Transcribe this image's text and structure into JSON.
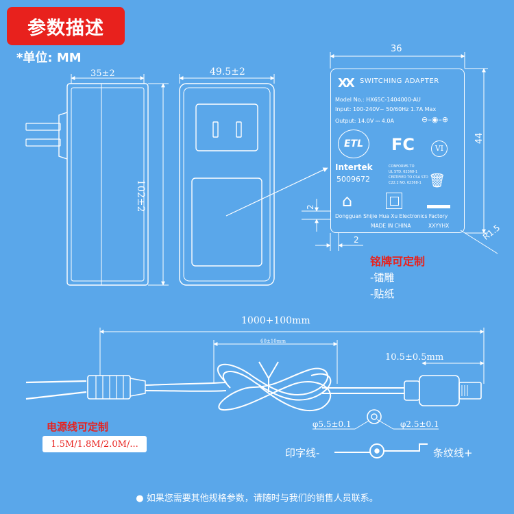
{
  "header": {
    "title": "参数描述",
    "unit_text": "*单位: MM"
  },
  "dimensions": {
    "side_width": "35±2",
    "front_width": "49.5±2",
    "height": "102±2",
    "label_width": "36",
    "label_height": "44",
    "corner_radius": "R1.5",
    "margin_top": "2",
    "margin_left": "2",
    "cable_length": "1000+100mm",
    "coil_length": "60±10mm",
    "plug_length": "10.5±0.5mm",
    "outer_diameter": "φ5.5±0.1",
    "inner_diameter": "φ2.5±0.1"
  },
  "nameplate": {
    "title": "SWITCHING ADAPTER",
    "model": "Model No.: HX65C-1404000-AU",
    "input": "Input: 100-240V~ 50/60Hz 1.7A  Max",
    "output": "Output: 14.0V ⎓ 4.0A",
    "fc_mark": "FC",
    "vi_mark": "VI",
    "intertek": "Intertek",
    "intertek_no": "5009672",
    "conforms_lines": [
      "CONFORMS TO",
      "UL STD. 62368-1",
      "CERTIFIED TO CSA STD",
      "C22.2 NO. 62368-1"
    ],
    "factory": "Dongguan Shijie Hua Xu Electronics Factory",
    "made_in": "MADE  IN  CHINA",
    "code": "XXYYHX"
  },
  "nameplate_custom": {
    "title": "铭牌可定制",
    "options": [
      "-镭雕",
      "-贴纸"
    ]
  },
  "cord_custom": {
    "title": "电源线可定制",
    "lengths": "1.5M/1.8M/2.0M/..."
  },
  "polarity": {
    "left_label": "印字线-",
    "right_label": "条纹线+"
  },
  "footer": "● 如果您需要其他规格参数，请随时与我们的销售人员联系。"
}
